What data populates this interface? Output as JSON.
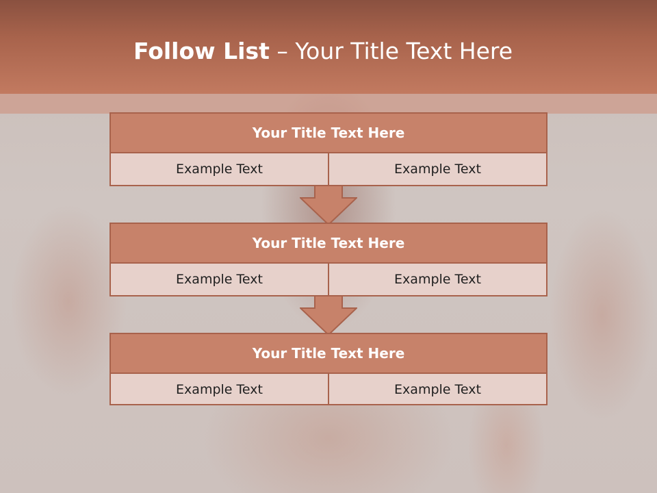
{
  "slide": {
    "title_strong": "Follow List",
    "title_rest": " – Your Title Text Here"
  },
  "blocks": [
    {
      "title": "Your Title Text Here",
      "left": "Example Text",
      "right": "Example Text"
    },
    {
      "title": "Your Title Text Here",
      "left": "Example Text",
      "right": "Example Text"
    },
    {
      "title": "Your Title Text Here",
      "left": "Example Text",
      "right": "Example Text"
    }
  ],
  "colors": {
    "header": "#a8634c",
    "accent": "#c7826a",
    "border": "#a8624c",
    "cell_fill": "#e7d1cb"
  },
  "icons": [
    "down-arrow-icon",
    "down-arrow-icon"
  ]
}
